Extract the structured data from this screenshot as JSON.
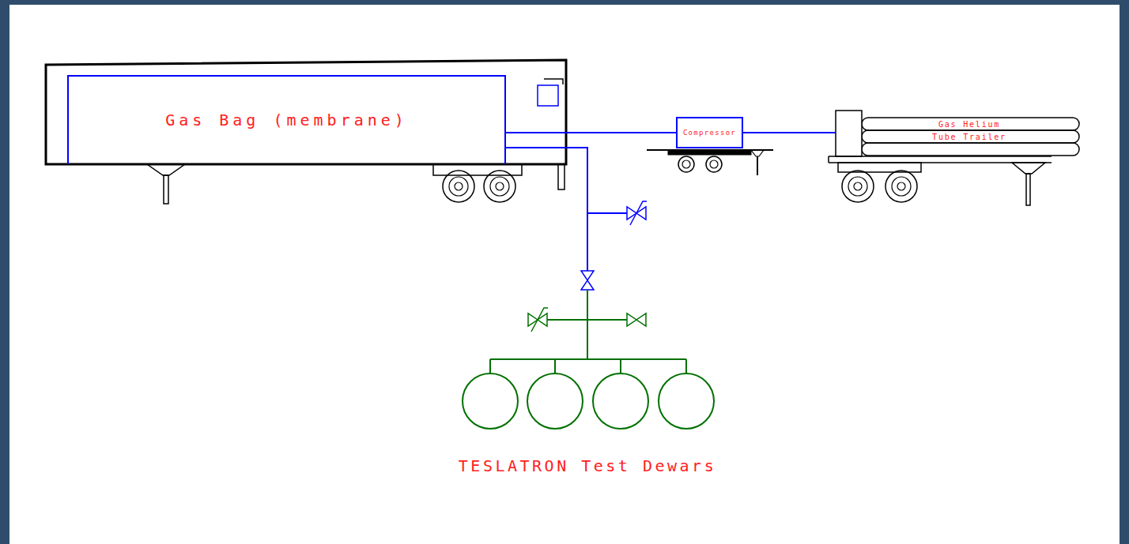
{
  "diagram": {
    "nodes": [
      {
        "text": [
          "Gas Bag (membrane)"
        ]
      },
      {
        "text": [
          "Compressor"
        ]
      },
      {
        "text": [
          "Gas Helium",
          "Tube Trailer"
        ]
      }
    ],
    "edges": [
      {
        "from": 0,
        "to": 1,
        "arrow": "none"
      },
      {
        "from": 1,
        "to": 2,
        "arrow": "none"
      }
    ],
    "labels": [
      "TESLATRON Test Dewars"
    ]
  }
}
